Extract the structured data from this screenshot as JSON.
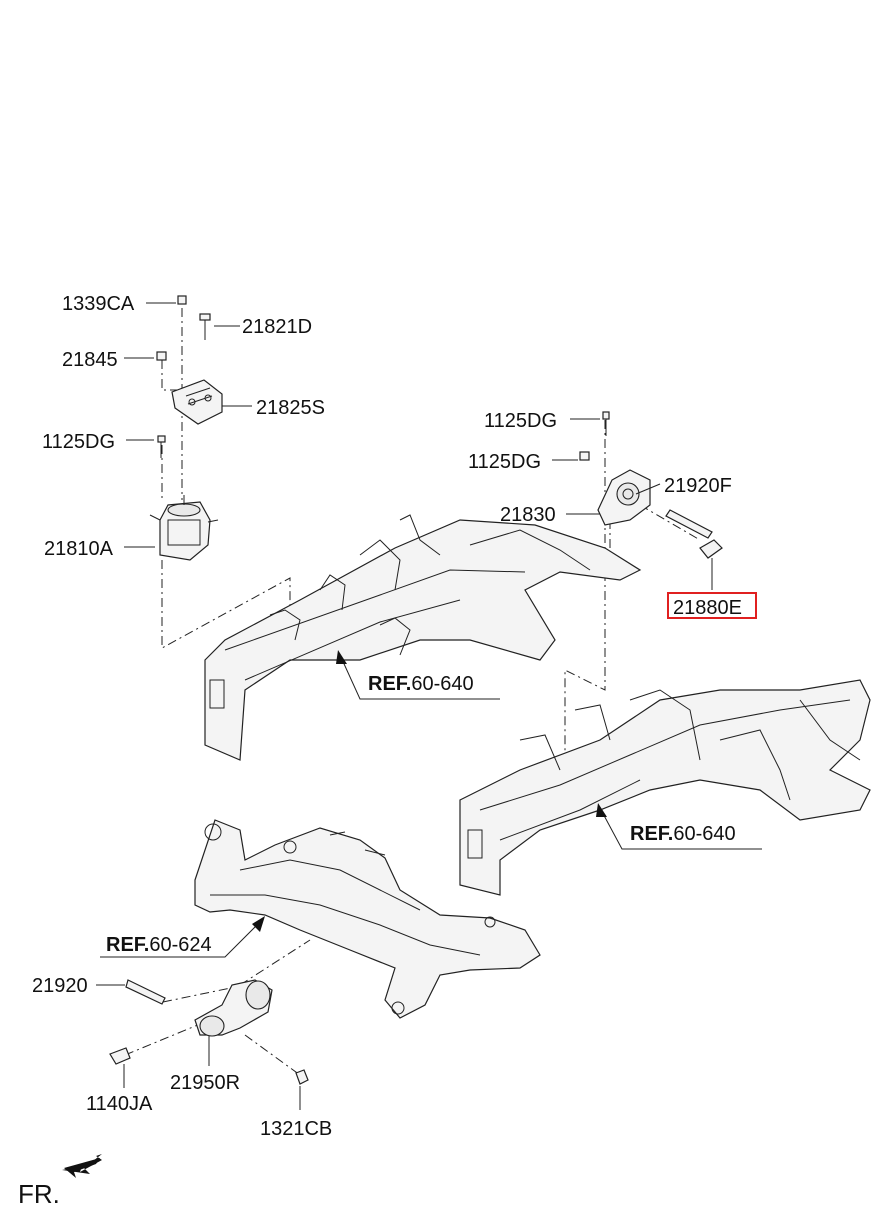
{
  "parts": {
    "p1339CA": "1339CA",
    "p21821D": "21821D",
    "p21845": "21845",
    "p21825S": "21825S",
    "p1125DG_left": "1125DG",
    "p21810A": "21810A",
    "p1125DG_top": "1125DG",
    "p1125DG_mid": "1125DG",
    "p21920F": "21920F",
    "p21830": "21830",
    "p21880E": "21880E",
    "p21920": "21920",
    "p1140JA": "1140JA",
    "p21950R": "21950R",
    "p1321CB": "1321CB"
  },
  "refs": {
    "ref1_bold": "REF.",
    "ref1_num": "60-640",
    "ref2_bold": "REF.",
    "ref2_num": "60-640",
    "ref3_bold": "REF.",
    "ref3_num": "60-624"
  },
  "front_marker": "FR.",
  "highlight_color": "#e02020"
}
